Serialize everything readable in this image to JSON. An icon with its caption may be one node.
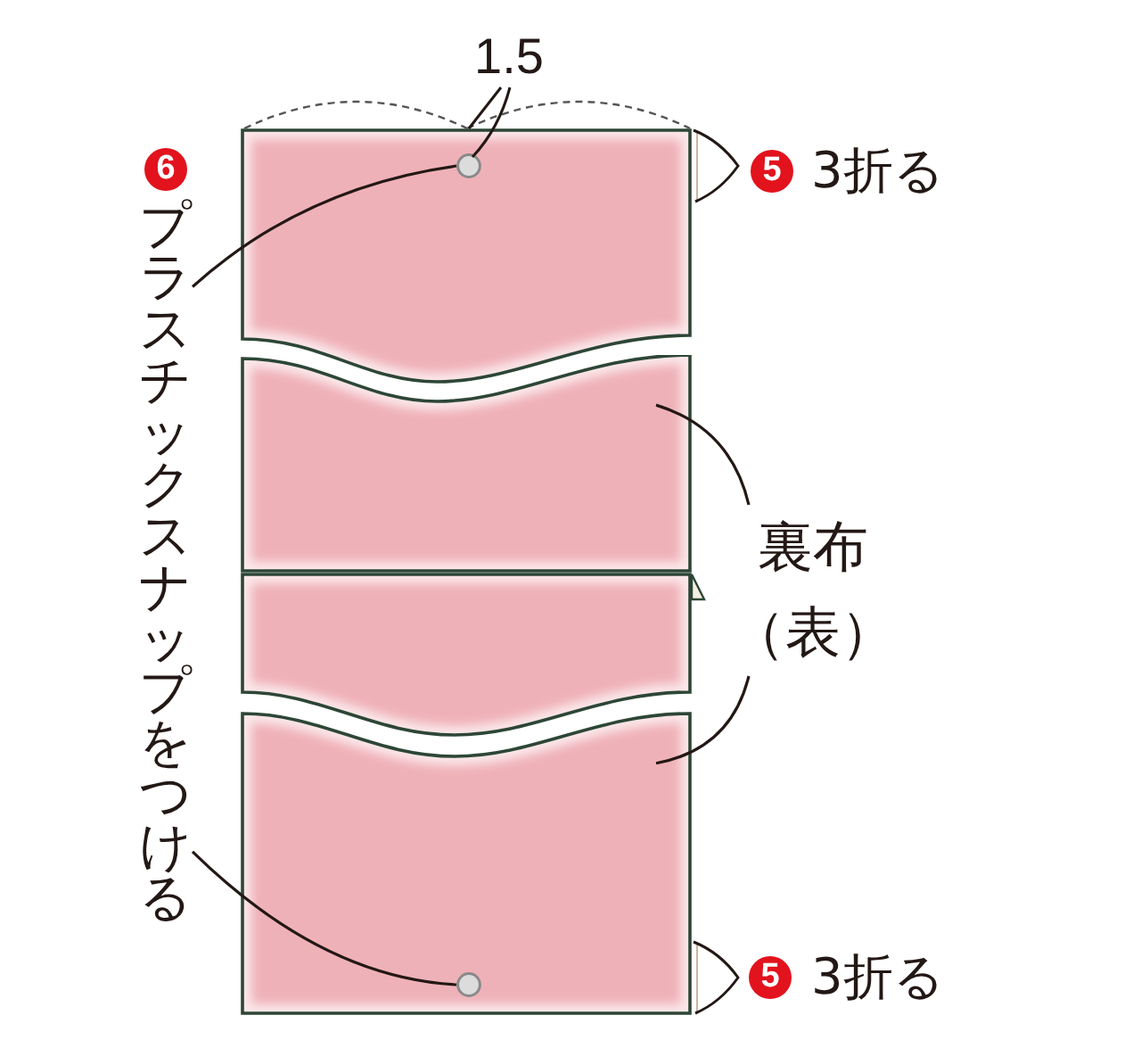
{
  "diagram": {
    "nodes": [
      {
        "text": [
          "6"
        ]
      },
      {
        "text": [
          "プラスチックスナップをつける"
        ]
      },
      {
        "text": [],
        "shape": "box"
      },
      {
        "text": [],
        "shape": "circle",
        "in": 2
      },
      {
        "text": [
          "5"
        ]
      },
      {
        "text": [],
        "shape": "box"
      },
      {
        "text": [
          "裏布（表）"
        ]
      },
      {
        "text": [],
        "shape": "box"
      },
      {
        "text": [],
        "shape": "box"
      },
      {
        "text": [],
        "shape": "circle",
        "in": 8
      },
      {
        "text": [
          "5"
        ]
      }
    ],
    "edges": [
      {
        "from": 1,
        "to": 3,
        "arrow": "none"
      },
      {
        "from": 1,
        "to": 9,
        "arrow": "none"
      },
      {
        "from": 6,
        "to": 5,
        "arrow": "none"
      },
      {
        "from": 6,
        "to": 8,
        "arrow": "none"
      }
    ],
    "labels": [
      "1.5",
      "3折る",
      "3折る"
    ]
  }
}
